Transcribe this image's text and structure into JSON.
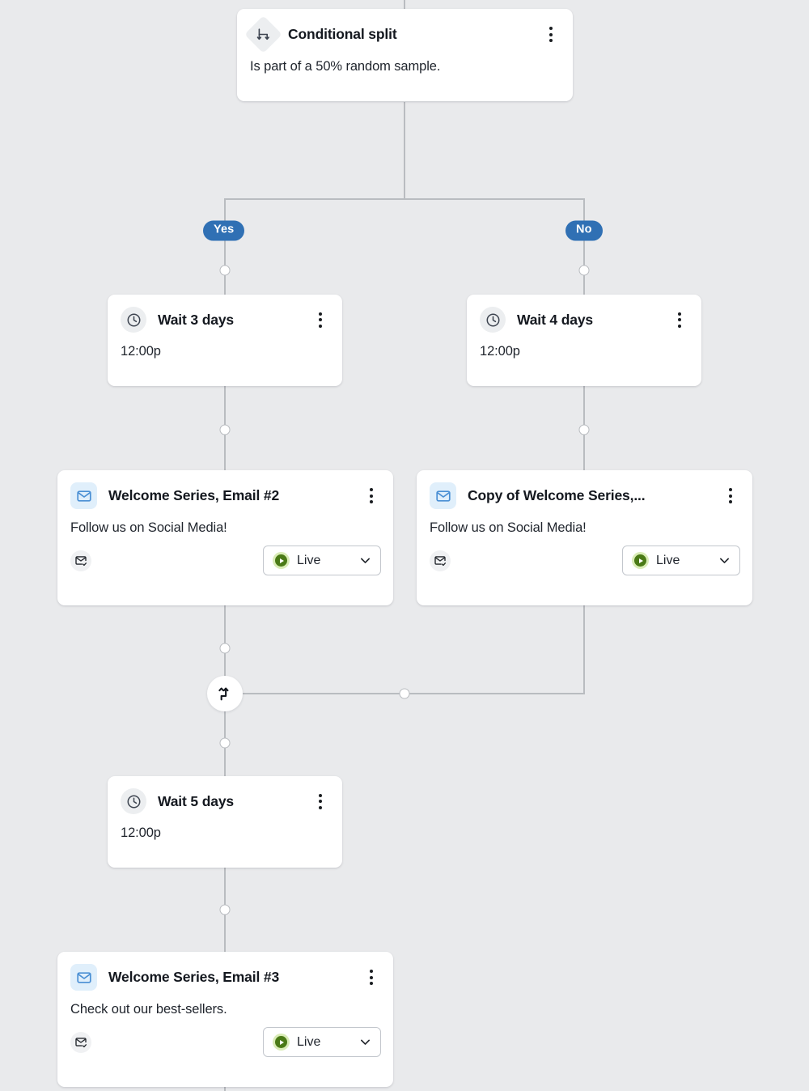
{
  "canvas": {
    "background": "#e9eaec",
    "line_color": "#b9bcc0"
  },
  "branch_labels": {
    "yes": "Yes",
    "no": "No"
  },
  "colors": {
    "pill_blue": "#3070b4",
    "mail_icon_bg": "#e0effb",
    "mail_icon_stroke": "#4a8fd4",
    "status_green": "#4a7a16",
    "status_green_halo": "#d9ecb6"
  },
  "nodes": {
    "conditional_split": {
      "icon": "split-icon",
      "title": "Conditional split",
      "body": "Is part of a 50% random sample.",
      "menu": "more-options"
    },
    "wait_yes": {
      "icon": "clock-icon",
      "title": "Wait 3 days",
      "body": "12:00p",
      "menu": "more-options"
    },
    "wait_no": {
      "icon": "clock-icon",
      "title": "Wait 4 days",
      "body": "12:00p",
      "menu": "more-options"
    },
    "email_yes": {
      "icon": "mail-icon",
      "title": "Welcome Series, Email #2",
      "body": "Follow us on Social Media!",
      "foot_icon": "mail-check-icon",
      "status": "Live",
      "menu": "more-options"
    },
    "email_no": {
      "icon": "mail-icon",
      "title": "Copy of Welcome Series,...",
      "body": "Follow us on Social Media!",
      "foot_icon": "mail-check-icon",
      "status": "Live",
      "menu": "more-options"
    },
    "merge": {
      "icon": "merge-paths-icon"
    },
    "wait_merged": {
      "icon": "clock-icon",
      "title": "Wait 5 days",
      "body": "12:00p",
      "menu": "more-options"
    },
    "email_final": {
      "icon": "mail-icon",
      "title": "Welcome Series, Email #3",
      "body": "Check out our best-sellers.",
      "foot_icon": "mail-check-icon",
      "status": "Live",
      "menu": "more-options"
    }
  }
}
